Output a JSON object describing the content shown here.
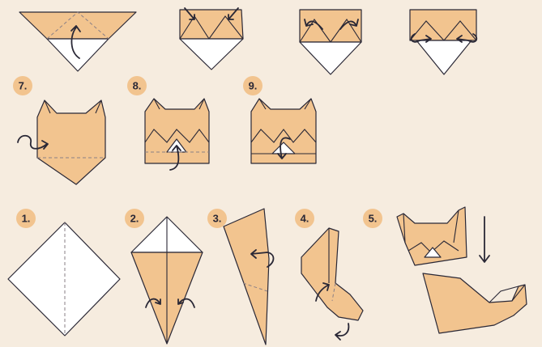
{
  "steps_top": [
    {
      "id": "step-7",
      "label": "7."
    },
    {
      "id": "step-8",
      "label": "8."
    },
    {
      "id": "step-9",
      "label": "9."
    }
  ],
  "steps_bottom": [
    {
      "id": "step-1",
      "label": "1."
    },
    {
      "id": "step-2",
      "label": "2."
    },
    {
      "id": "step-3",
      "label": "3."
    },
    {
      "id": "step-4",
      "label": "4."
    },
    {
      "id": "step-5",
      "label": "5."
    }
  ],
  "colors": {
    "background": "#f6ecdf",
    "paper": "#f2c48f",
    "paper_back": "#ffffff",
    "ink": "#2a2836"
  }
}
